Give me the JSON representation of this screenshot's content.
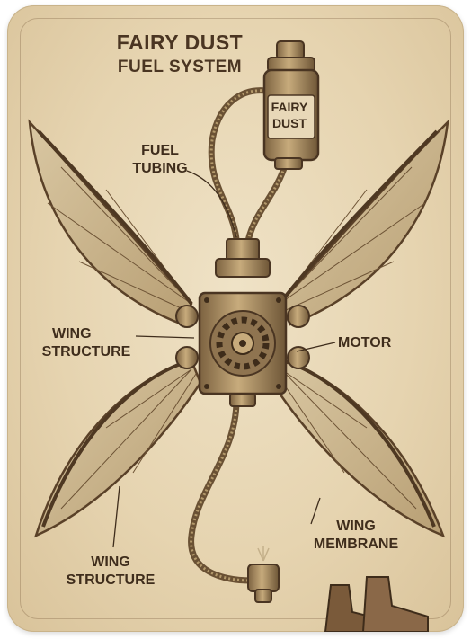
{
  "title": {
    "line1": "FAIRY DUST",
    "line2": "FUEL SYSTEM"
  },
  "canister": {
    "line1": "FAIRY",
    "line2": "DUST"
  },
  "labels": {
    "fuel_tubing": {
      "line1": "FUEL",
      "line2": "TUBING"
    },
    "wing_structure_upper": {
      "line1": "WING",
      "line2": "STRUCTURE"
    },
    "motor": "MOTOR",
    "wing_membrane": {
      "line1": "WING",
      "line2": "MEMBRANE"
    },
    "wing_structure_lower": {
      "line1": "WING",
      "line2": "STRUCTURE"
    }
  },
  "colors": {
    "parchment": "#e9d8b6",
    "ink": "#3f2d1c",
    "brass": "#a88a5c",
    "wing": "#c8b48c"
  }
}
